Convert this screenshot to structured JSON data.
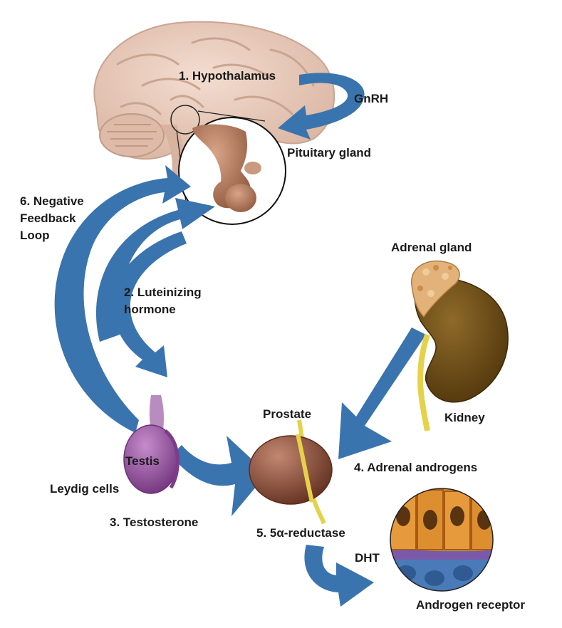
{
  "labels": {
    "hypothalamus": "1. Hypothalamus",
    "gnrh": "GnRH",
    "pituitary": "Pituitary gland",
    "negative_feedback": [
      "6. Negative",
      "Feedback",
      "Loop"
    ],
    "luteinizing": [
      "2. Luteinizing",
      "hormone"
    ],
    "adrenal_gland": "Adrenal gland",
    "kidney": "Kidney",
    "prostate": "Prostate",
    "testis": "Testis",
    "leydig": "Leydig cells",
    "testosterone": "3. Testosterone",
    "adrenal_androgens": "4. Adrenal androgens",
    "five_alpha": "5. 5α-reductase",
    "dht": "DHT",
    "androgen_receptor": "Androgen receptor"
  },
  "colors": {
    "arrow": "#3a74ae",
    "arrow_dark": "#2c5f93",
    "brain": "#e9cdbd",
    "brain_fold": "#c9a591",
    "pituitary": "#b77f62",
    "kidney": "#6b4a12",
    "adrenal": "#e3b27a",
    "testis": "#9d5aa6",
    "prostate": "#8a4a33",
    "ureter": "#e6d24a",
    "cell_orange": "#d98a2c",
    "cell_blue": "#4a7ab8"
  }
}
